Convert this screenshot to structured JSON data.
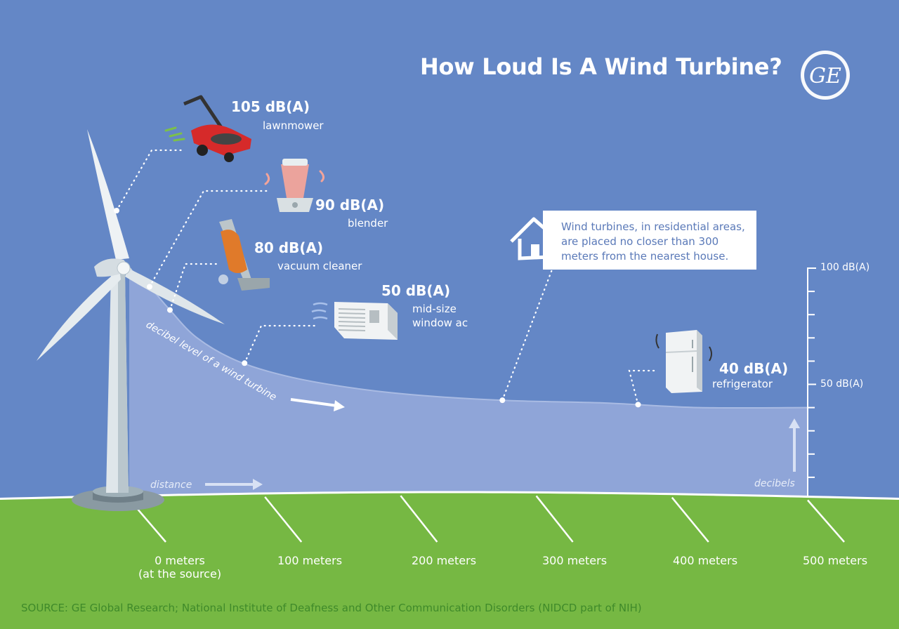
{
  "header": {
    "title": "How Loud Is A Wind Turbine?",
    "brand_logo": "GE"
  },
  "chart_data": {
    "type": "area",
    "title": "How Loud Is A Wind Turbine?",
    "xlabel": "distance",
    "ylabel": "decibels",
    "curve_label": "decibel level of a wind turbine",
    "x_ticks": [
      {
        "value": 0,
        "label": "0 meters",
        "sublabel": "(at the source)"
      },
      {
        "value": 100,
        "label": "100 meters",
        "sublabel": ""
      },
      {
        "value": 200,
        "label": "200 meters",
        "sublabel": ""
      },
      {
        "value": 300,
        "label": "300 meters",
        "sublabel": ""
      },
      {
        "value": 400,
        "label": "400 meters",
        "sublabel": ""
      },
      {
        "value": 500,
        "label": "500 meters",
        "sublabel": ""
      }
    ],
    "y_tick_labels": [
      {
        "value": 100,
        "label": "100 dB(A)"
      },
      {
        "value": 50,
        "label": "50 dB(A)"
      }
    ],
    "xlim": [
      0,
      500
    ],
    "ylim": [
      0,
      100
    ],
    "y_tick_step": 10,
    "series": [
      {
        "name": "decibel level of a wind turbine",
        "x": [
          0,
          15,
          30,
          50,
          80,
          120,
          170,
          220,
          280,
          350,
          420,
          500
        ],
        "y": [
          100,
          92,
          82,
          70,
          60,
          53,
          48,
          45,
          43,
          42,
          40,
          40
        ]
      }
    ],
    "comparisons": [
      {
        "value_label": "105 dB(A)",
        "name": "lawnmower",
        "icon": "lawnmower-icon",
        "curve_x": 0
      },
      {
        "value_label": "90 dB(A)",
        "name": "blender",
        "icon": "blender-icon",
        "curve_x": 15
      },
      {
        "value_label": "80 dB(A)",
        "name": "vacuum cleaner",
        "icon": "vacuum-cleaner-icon",
        "curve_x": 30
      },
      {
        "value_label": "50 dB(A)",
        "name": "mid-size\nwindow ac",
        "icon": "window-ac-icon",
        "curve_x": 85
      },
      {
        "value_label": "40 dB(A)",
        "name": "refrigerator",
        "icon": "refrigerator-icon",
        "curve_x": 375
      }
    ],
    "annotation": {
      "text": "Wind turbines, in residential areas, are placed no closer than 300 meters from the nearest house.",
      "icon": "house-icon",
      "curve_x": 275
    },
    "colors": {
      "sky": "#6487c6",
      "area": "#93a9d9",
      "ground": "#76b843",
      "note_text": "#5a79b8",
      "source_text": "#3f8a2a",
      "lawnmower": "#d62a2a",
      "vacuum": "#e07a2a"
    }
  },
  "footer": {
    "source": "SOURCE: GE Global Research; National Institute of Deafness and Other Communication Disorders (NIDCD part of NIH)"
  }
}
